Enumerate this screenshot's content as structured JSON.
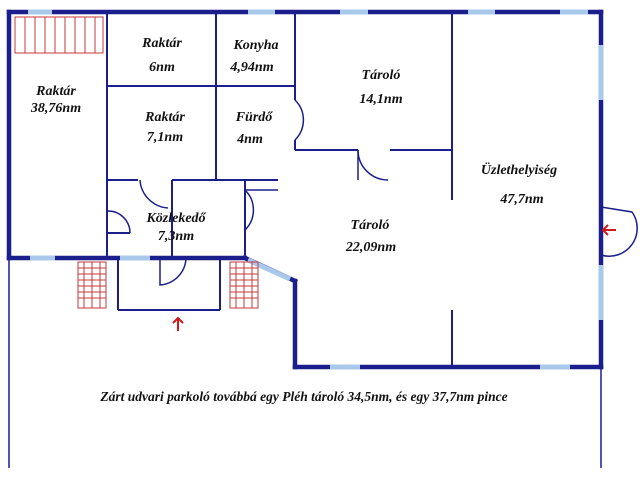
{
  "rooms": [
    {
      "name": "Raktár",
      "area": "38,76nm"
    },
    {
      "name": "Raktár",
      "area": "6nm"
    },
    {
      "name": "Konyha",
      "area": "4,94nm"
    },
    {
      "name": "Raktár",
      "area": "7,1nm"
    },
    {
      "name": "Fürdő",
      "area": "4nm"
    },
    {
      "name": "Tároló",
      "area": "14,1nm"
    },
    {
      "name": "Közlekedő",
      "area": "7,3nm"
    },
    {
      "name": "Tároló",
      "area": "22,09nm"
    },
    {
      "name": "Üzlethelyiség",
      "area": "47,7nm"
    }
  ],
  "caption": "Zárt udvari parkoló továbbá egy Pléh tároló 34,5nm, és egy 37,7nm pince",
  "colors": {
    "wall": "#1a1f8c",
    "inner_wall": "#1a1f8c",
    "window": "#a8c8ec",
    "stairs": "#c63a3a",
    "arrow": "#d01818",
    "boundary": "#1a1f8c"
  }
}
